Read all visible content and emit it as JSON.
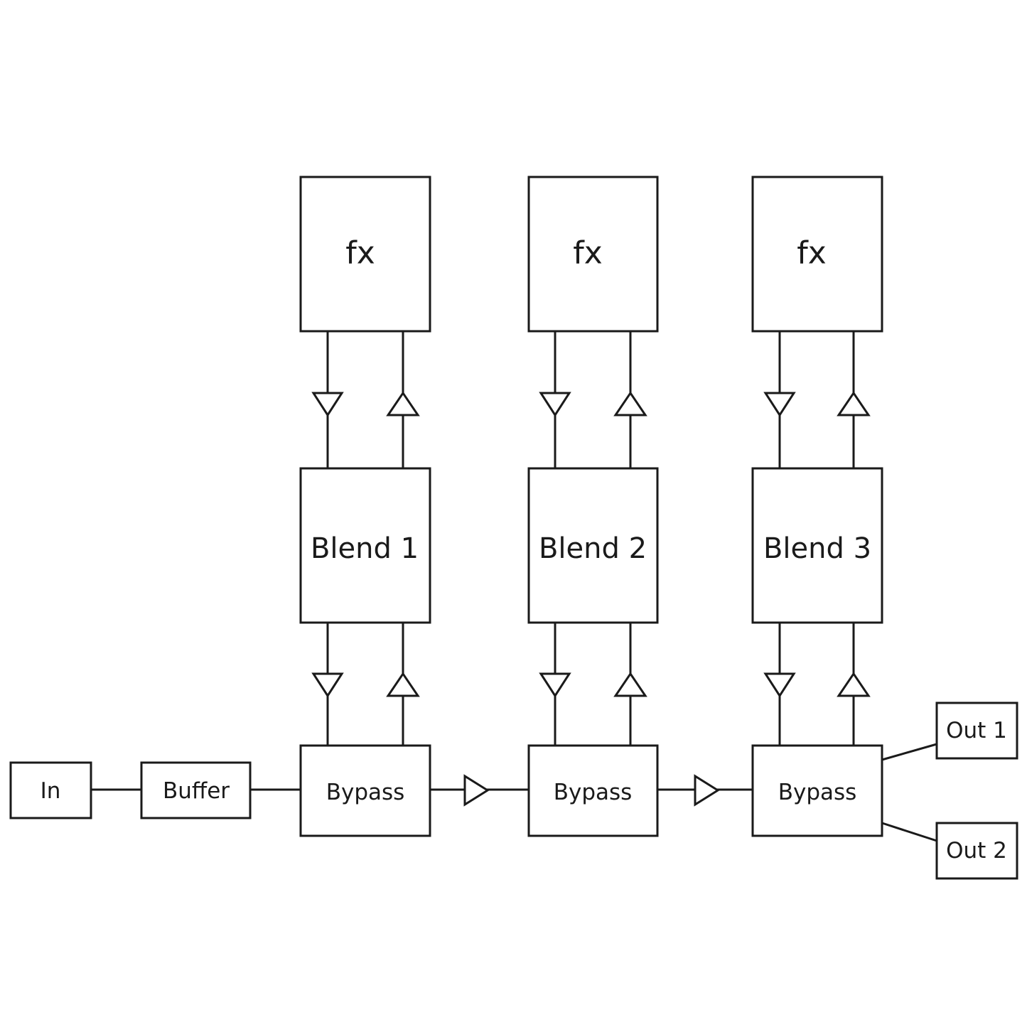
{
  "diagram": {
    "type": "signal-flow block diagram",
    "colors": {
      "stroke": "#1a1a1a",
      "background": "#ffffff"
    },
    "input": {
      "label": "In"
    },
    "buffer": {
      "label": "Buffer"
    },
    "stages": [
      {
        "fx_label": "fx",
        "blend_label": "Blend 1",
        "bypass_label": "Bypass"
      },
      {
        "fx_label": "fx",
        "blend_label": "Blend 2",
        "bypass_label": "Bypass"
      },
      {
        "fx_label": "fx",
        "blend_label": "Blend 3",
        "bypass_label": "Bypass"
      }
    ],
    "outputs": [
      {
        "label": "Out 1"
      },
      {
        "label": "Out 2"
      }
    ],
    "connections": [
      "In -> Buffer",
      "Buffer -> Bypass 1",
      "Bypass 1 -> Bypass 2",
      "Bypass 2 -> Bypass 3",
      "Bypass 3 -> Out 1",
      "Bypass 3 -> Out 2",
      "Bypass n -> Blend n",
      "Blend n -> Bypass n",
      "Blend n -> fx n",
      "fx n -> Blend n"
    ]
  }
}
